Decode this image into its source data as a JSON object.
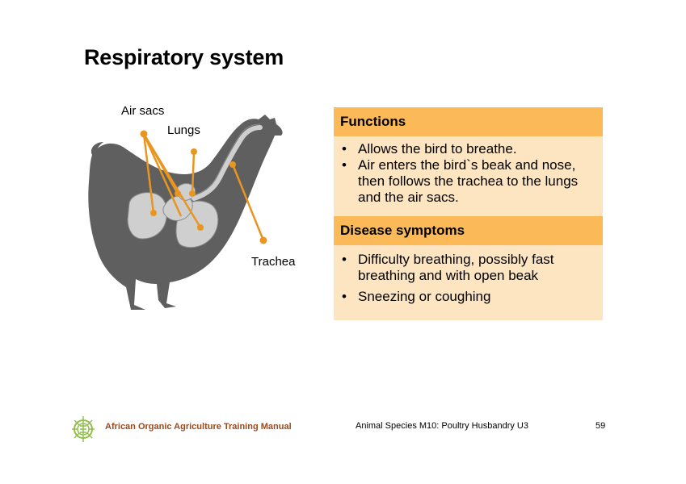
{
  "slide": {
    "title": "Respiratory system"
  },
  "diagram": {
    "labels": {
      "air_sacs": "Air sacs",
      "lungs": "Lungs",
      "trachea": "Trachea"
    },
    "colors": {
      "body": "#5f5f5f",
      "organs": "#cfcfcf",
      "pointer": "#e8961f"
    }
  },
  "functions": {
    "heading": "Functions",
    "items": [
      "Allows the bird to breathe.",
      "Air enters the bird`s beak and nose, then follows the trachea to the lungs and the air sacs."
    ]
  },
  "symptoms": {
    "heading": "Disease symptoms",
    "items": [
      "Difficulty breathing, possibly fast breathing and with open beak",
      "Sneezing or coughing"
    ]
  },
  "footer": {
    "manual": "African Organic Agriculture Training Manual",
    "module": "Animal Species M10: Poultry Husbandry U3",
    "page": "59"
  },
  "theme": {
    "header_color": "#fbb958",
    "body_color": "#fde5c2",
    "footer_text_color": "#9b4a1c",
    "logo_color": "#8fbf4a"
  }
}
